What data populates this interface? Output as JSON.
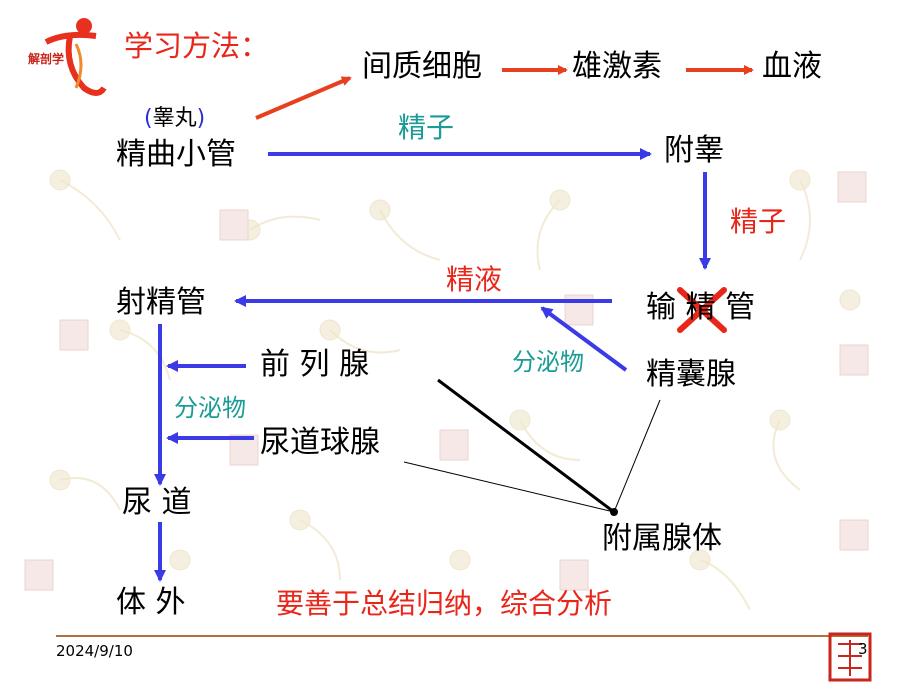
{
  "header": {
    "title": "学习方法：",
    "logo_text": "解剖学"
  },
  "nodes": {
    "interstitial": "间质细胞",
    "androgen": "雄激素",
    "blood": "血液",
    "testis_left_paren": "(",
    "testis": "睾丸",
    "testis_right_paren": ")",
    "seminiferous": "精曲小管",
    "epididymis": "附睾",
    "vas_deferens": [
      "输",
      "精",
      "管"
    ],
    "seminal_vesicle": "精囊腺",
    "ejaculatory_duct": "射精管",
    "prostate": "前 列 腺",
    "bulbourethral": "尿道球腺",
    "urethra": "尿 道",
    "outside": "体 外",
    "accessory_glands": "附属腺体"
  },
  "edge_labels": {
    "sperm_top": "精子",
    "sperm_right": "精子",
    "semen": "精液",
    "secretion_right": "分泌物",
    "secretion_left": "分泌物"
  },
  "summary": "要善于总结归纳，综合分析",
  "footer": {
    "date": "2024/9/10",
    "page": "3"
  },
  "colors": {
    "red_arrow": "#e8401e",
    "blue_arrow": "#3a3ae6",
    "red_text": "#e8261a",
    "teal_text": "#1a9c95",
    "paren": "#2c2cd8"
  }
}
